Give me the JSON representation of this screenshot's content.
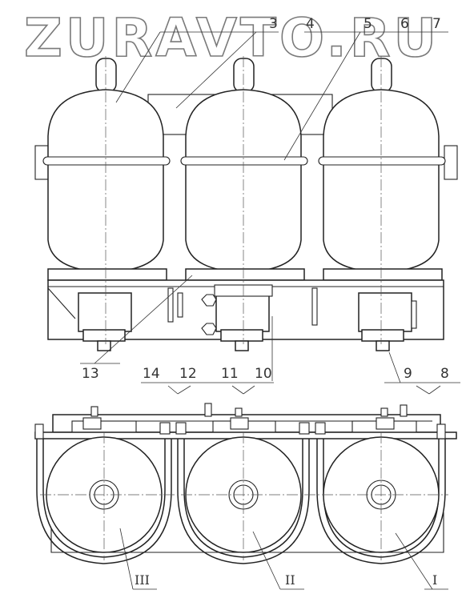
{
  "watermark": "ZURAVTO.RU",
  "callouts_top": [
    "3",
    "4",
    "5",
    "6",
    "7"
  ],
  "callouts_bottom": [
    "13",
    "14",
    "12",
    "11",
    "10",
    "9",
    "8"
  ],
  "roman_labels": [
    "III",
    "II",
    "I"
  ]
}
